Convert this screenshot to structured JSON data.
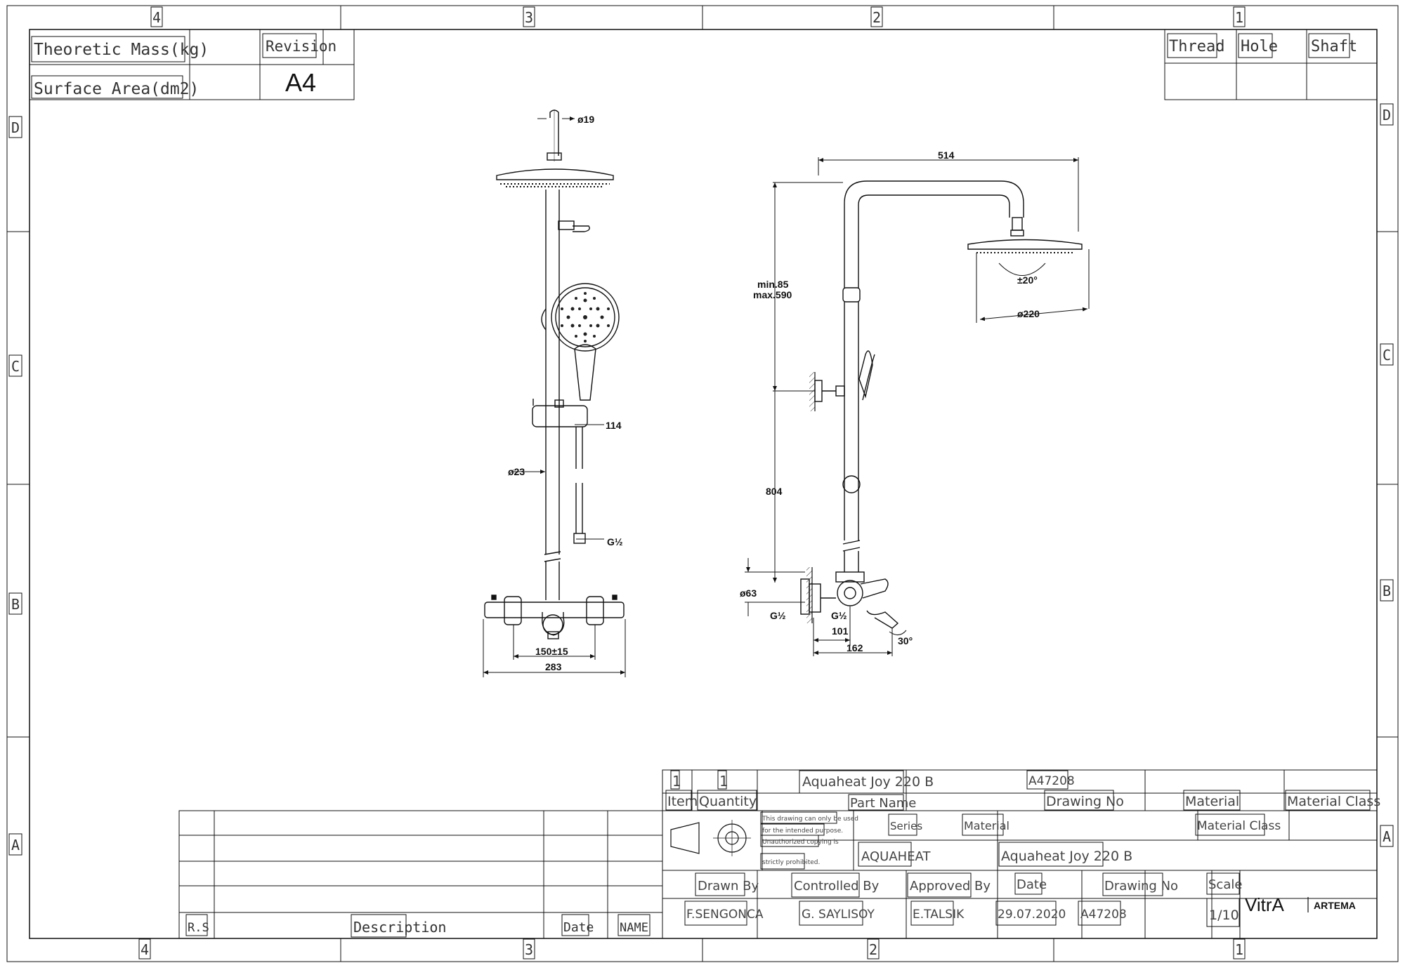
{
  "frame": {
    "zones_top": [
      "4",
      "3",
      "2",
      "1"
    ],
    "zones_bottom": [
      "4",
      "3",
      "2",
      "1"
    ],
    "zones_left": [
      "D",
      "C",
      "B",
      "A"
    ],
    "zones_right": [
      "D",
      "C",
      "B",
      "A"
    ]
  },
  "header_left": {
    "mass_label": "Theoretic Mass(kg)",
    "revision_label": "Revision",
    "area_label": "Surface Area(dm2)",
    "paper_size": "A4"
  },
  "header_right": {
    "thread_label": "Thread",
    "hole_label": "Hole",
    "shaft_label": "Shaft"
  },
  "dimensions": {
    "front": {
      "d19": "ø19",
      "d114": "114",
      "d23": "ø23",
      "g12": "G½",
      "d150": "150±15",
      "d283": "283"
    },
    "side": {
      "d514": "514",
      "min_height": "min.85",
      "max_height": "max.590",
      "angle": "±20°",
      "d220": "ø220",
      "d804": "804",
      "d63": "ø63",
      "g12_left": "G½",
      "g12_right": "G½",
      "d101": "101",
      "d162": "162",
      "angle30": "30°"
    }
  },
  "title_block": {
    "item_no": "1",
    "quantity_no": "1",
    "part_name_value": "Aquaheat Joy 220 B",
    "drawing_no_value": "A47208",
    "item_label": "Item",
    "quantity_label": "Quantity",
    "part_name_label": "Part Name",
    "drawing_no_label": "Drawing No",
    "material_label": "Material",
    "material_class_label": "Material Class",
    "notice_lines": [
      "This drawing can only be used",
      "for the intended purpose.",
      "Unauthorized copying is",
      "strictly prohibited."
    ],
    "series_label": "Series",
    "material_label2": "Material",
    "material_class_label2": "Material Class",
    "series_value": "AQUAHEAT",
    "part_name_value2": "Aquaheat Joy 220 B",
    "drawn_by_label": "Drawn By",
    "controlled_by_label": "Controlled By",
    "approved_by_label": "Approved By",
    "date_label": "Date",
    "drawing_no_label2": "Drawing No",
    "scale_label": "Scale",
    "drawn_by_value": "F.SENGONCA",
    "controlled_by_value": "G. SAYLISOY",
    "approved_by_value": "E.TALSIK",
    "date_value": "29.07.2020",
    "drawing_no_value2": "A47208",
    "scale_value": "1/10",
    "brand1": "VitrA",
    "brand2": "ARTEMA"
  },
  "revision_table": {
    "rs_label": "R.S",
    "description_label": "Description",
    "date_label": "Date",
    "name_label": "NAME"
  }
}
